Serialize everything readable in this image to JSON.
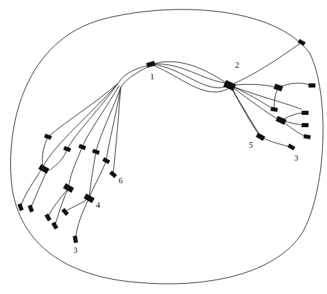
{
  "diagram": {
    "labels": [
      "2",
      "1",
      "5",
      "3",
      "6",
      "4",
      "3"
    ]
  }
}
